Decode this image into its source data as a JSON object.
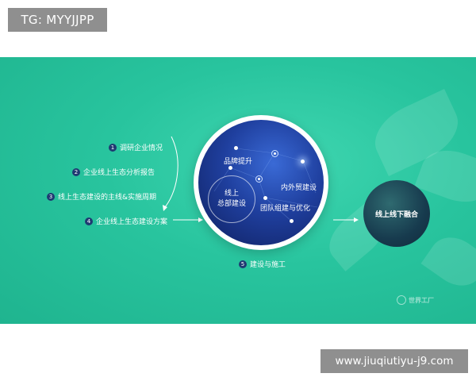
{
  "tag": "TG: MYYJJPP",
  "url": "www.jiuqiutiyu-j9.com",
  "colors": {
    "banner": "#28c49e",
    "hub": "#1f3f9e",
    "result": "#173b4e",
    "step_number": "#1f3a72",
    "label_box": "#8f8f8f"
  },
  "steps": [
    {
      "num": "1",
      "label": "调研企业情况"
    },
    {
      "num": "2",
      "label": "企业线上生态分析报告"
    },
    {
      "num": "3",
      "label": "线上生态建设的主线&实施周期"
    },
    {
      "num": "4",
      "label": "企业线上生态建设方案"
    },
    {
      "num": "5",
      "label": "建设与施工"
    }
  ],
  "hub": {
    "inner_line1": "线上",
    "inner_line2": "总部建设",
    "item1": "品牌提升",
    "item2": "内外贸建设",
    "item3": "团队组建与优化"
  },
  "result": "线上线下融合",
  "watermark": {
    "icon": "logo-icon",
    "text": "世界工厂"
  }
}
